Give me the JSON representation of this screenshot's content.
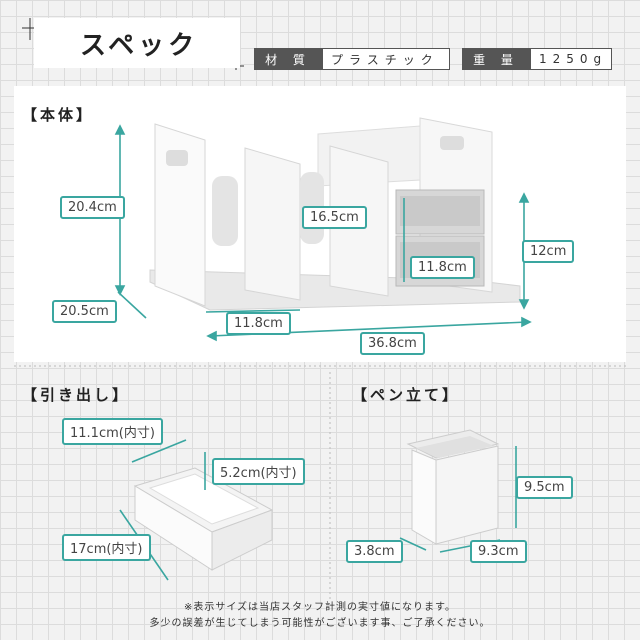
{
  "header": {
    "title": "スペック",
    "material_key": "材 質",
    "material_value": "プラスチック",
    "weight_key": "重 量",
    "weight_value": "1250g"
  },
  "sections": {
    "body": "【本体】",
    "drawer": "【引き出し】",
    "pen_stand": "【ペン立て】"
  },
  "body_dims": {
    "height": "20.4cm",
    "depth": "20.5cm",
    "divider_height": "16.5cm",
    "right_height": "12cm",
    "drawer_width": "11.8cm",
    "slot_width": "11.8cm",
    "total_width": "36.8cm"
  },
  "drawer_dims": {
    "width": "11.1cm(内寸)",
    "height": "5.2cm(内寸)",
    "depth": "17cm(内寸)"
  },
  "pen_dims": {
    "height": "9.5cm",
    "depth": "3.8cm",
    "width": "9.3cm"
  },
  "notes": {
    "line1": "※表示サイズは当店スタッフ計測の実寸値になります。",
    "line2": "多少の誤差が生じてしまう可能性がございます事、ご了承ください。"
  },
  "colors": {
    "accent": "#3aa6a0",
    "dark": "#555555"
  }
}
